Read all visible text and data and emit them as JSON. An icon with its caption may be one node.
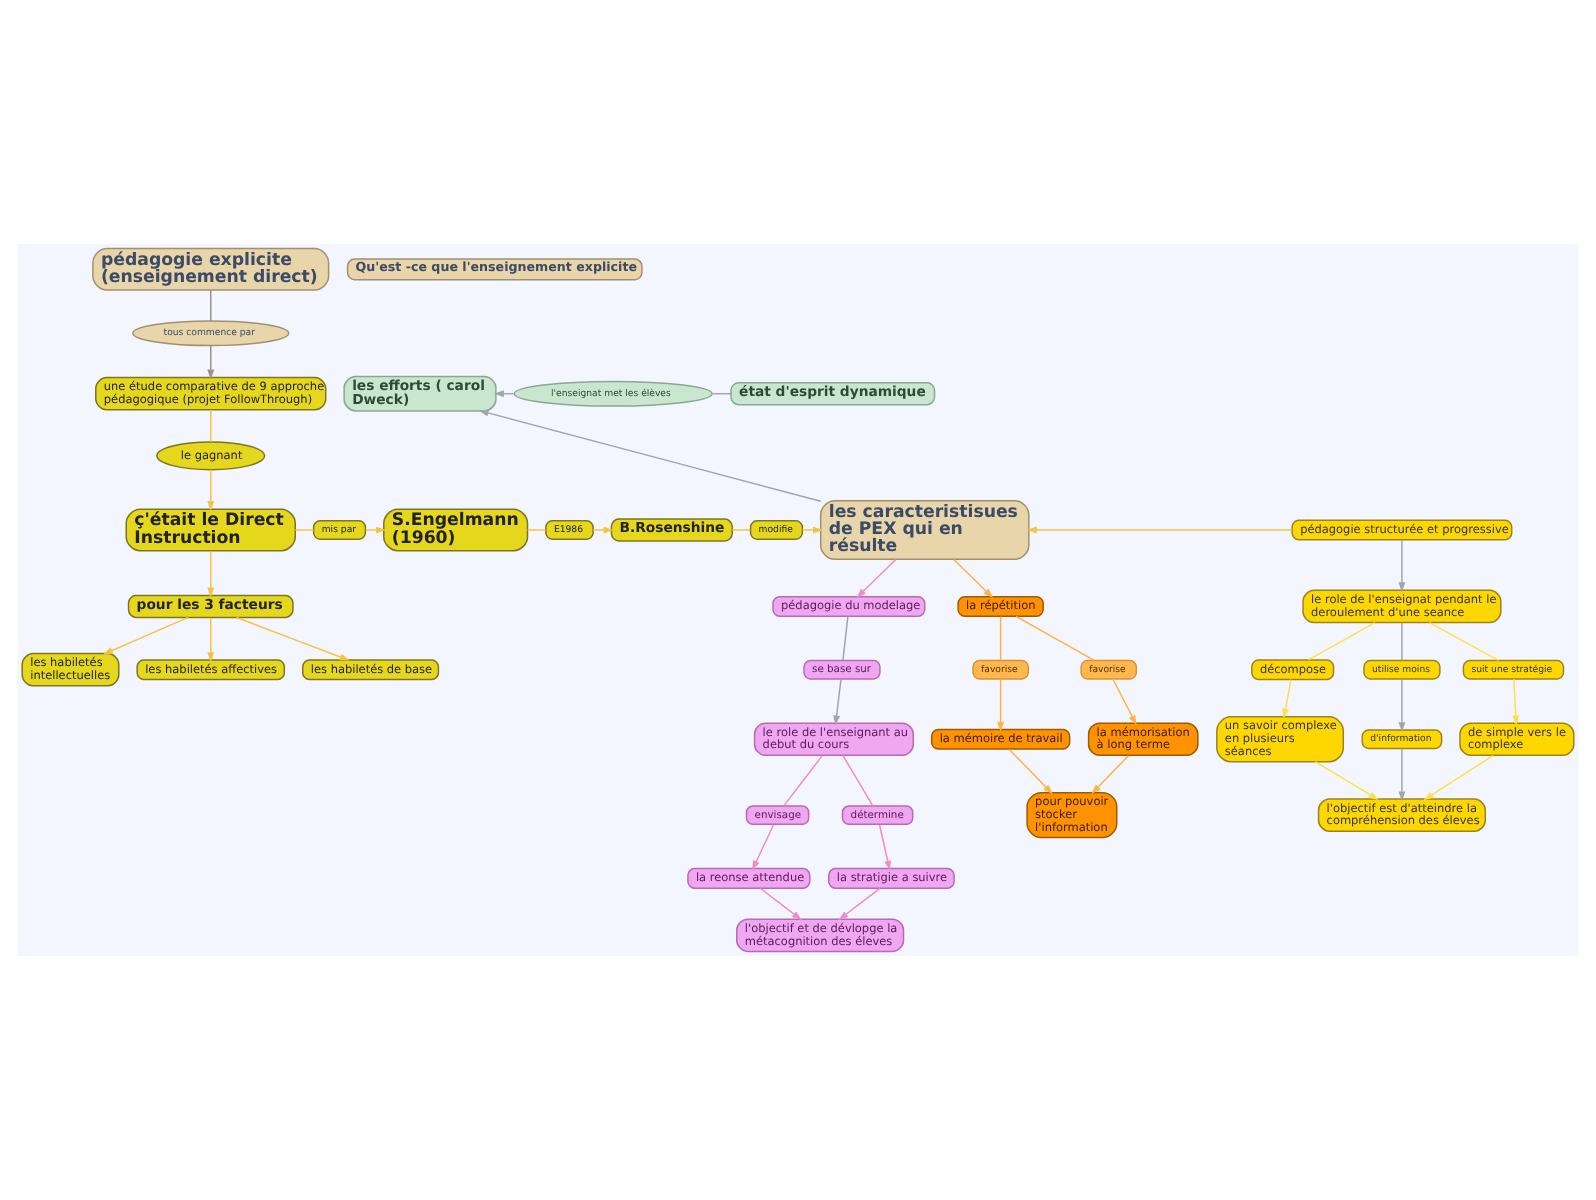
{
  "diagram": {
    "nodes": [
      {
        "text": [
          "Qu'est -ce que l'enseignement explicite"
        ]
      },
      {
        "text": [
          "pédagogie explicite (enseignement direct)"
        ]
      },
      {
        "text": [
          "tous commence par"
        ]
      },
      {
        "text": [
          "une étude comparative de 9 approche pédagogique (projet FollowThrough)"
        ]
      },
      {
        "text": [
          "le gagnant"
        ]
      },
      {
        "text": [
          "ç'était le Direct Instruction"
        ]
      },
      {
        "text": [
          "mis par"
        ]
      },
      {
        "text": [
          "S.Engelmann (1960)"
        ]
      },
      {
        "text": [
          "E1986"
        ]
      },
      {
        "text": [
          "B.Rosenshine"
        ]
      },
      {
        "text": [
          "modifie"
        ]
      },
      {
        "text": [
          "les caracteristisues de PEX qui en résulte"
        ]
      },
      {
        "text": [
          "les efforts ( carol Dweck)"
        ]
      },
      {
        "text": [
          "l'enseignat met les élèves"
        ]
      },
      {
        "text": [
          "état d'esprit dynamique"
        ]
      },
      {
        "text": [
          "pour les 3 facteurs"
        ]
      },
      {
        "text": [
          "les habiletés intellectuelles"
        ]
      },
      {
        "text": [
          "les habiletés affectives"
        ]
      },
      {
        "text": [
          "les habiletés de base"
        ]
      },
      {
        "text": [
          "pédagogie du modelage"
        ]
      },
      {
        "text": [
          "se base sur"
        ]
      },
      {
        "text": [
          "le role de l'enseignant au debut du cours"
        ]
      },
      {
        "text": [
          "envisage"
        ]
      },
      {
        "text": [
          "détermine"
        ]
      },
      {
        "text": [
          "la reonse attendue"
        ]
      },
      {
        "text": [
          "la stratigie a suivre"
        ]
      },
      {
        "text": [
          "l'objectif et de dévlopge la métacognition des éleves"
        ]
      },
      {
        "text": [
          "la répétition"
        ]
      },
      {
        "text": [
          "favorise"
        ]
      },
      {
        "text": [
          "favorise"
        ]
      },
      {
        "text": [
          "la mémoire de travail"
        ]
      },
      {
        "text": [
          "la mémorisation à long terme"
        ]
      },
      {
        "text": [
          "pour pouvoir stocker l'information"
        ]
      },
      {
        "text": [
          "pédagogie structurée et progressive"
        ]
      },
      {
        "text": [
          "le role de l'enseignat pendant le deroulement d'une seance"
        ]
      },
      {
        "text": [
          "décompose"
        ]
      },
      {
        "text": [
          "utilise moins"
        ]
      },
      {
        "text": [
          "suit une stratégie"
        ]
      },
      {
        "text": [
          "un savoir complexe en plusieurs séances"
        ]
      },
      {
        "text": [
          "d'information"
        ]
      },
      {
        "text": [
          "de simple vers le complexe"
        ]
      },
      {
        "text": [
          "l'objectif est d'atteindre la compréhension des éleves"
        ]
      }
    ],
    "edges": [
      {
        "from": 1,
        "to": 2,
        "arrow": "none",
        "color": "#a09080"
      },
      {
        "from": 2,
        "to": 3,
        "arrow": "to",
        "color": "#a09080"
      },
      {
        "from": 3,
        "to": 4,
        "arrow": "none"
      },
      {
        "from": 4,
        "to": 5,
        "arrow": "to"
      },
      {
        "from": 5,
        "to": 6,
        "arrow": "none"
      },
      {
        "from": 6,
        "to": 7,
        "arrow": "to"
      },
      {
        "from": 7,
        "to": 8,
        "arrow": "none"
      },
      {
        "from": 8,
        "to": 9,
        "arrow": "to"
      },
      {
        "from": 9,
        "to": 10,
        "arrow": "none"
      },
      {
        "from": 10,
        "to": 11,
        "arrow": "to"
      },
      {
        "from": 11,
        "to": 12,
        "arrow": "to",
        "color": "#a0a4ac"
      },
      {
        "from": 14,
        "to": 13,
        "arrow": "none",
        "color": "#a0a4ac"
      },
      {
        "from": 13,
        "to": 12,
        "arrow": "to",
        "color": "#a0a4ac"
      },
      {
        "from": 5,
        "to": 15,
        "arrow": "to"
      },
      {
        "from": 15,
        "to": 16,
        "arrow": "to"
      },
      {
        "from": 15,
        "to": 17,
        "arrow": "to"
      },
      {
        "from": 15,
        "to": 18,
        "arrow": "to"
      },
      {
        "from": 11,
        "to": 19,
        "arrow": "to",
        "color": "#f08cc8"
      },
      {
        "from": 19,
        "to": 20,
        "arrow": "none",
        "color": "#a0a4ac"
      },
      {
        "from": 20,
        "to": 21,
        "arrow": "to",
        "color": "#a0a4ac"
      },
      {
        "from": 21,
        "to": 22,
        "arrow": "none",
        "color": "#f08cc8"
      },
      {
        "from": 22,
        "to": 24,
        "arrow": "to",
        "color": "#f08cc8"
      },
      {
        "from": 21,
        "to": 23,
        "arrow": "none",
        "color": "#f08cc8"
      },
      {
        "from": 23,
        "to": 25,
        "arrow": "to",
        "color": "#f08cc8"
      },
      {
        "from": 24,
        "to": 26,
        "arrow": "to",
        "color": "#f08cc8"
      },
      {
        "from": 25,
        "to": 26,
        "arrow": "to",
        "color": "#f08cc8"
      },
      {
        "from": 11,
        "to": 27,
        "arrow": "to",
        "color": "#ffb347"
      },
      {
        "from": 27,
        "to": 28,
        "arrow": "none",
        "color": "#ffb347"
      },
      {
        "from": 28,
        "to": 30,
        "arrow": "to",
        "color": "#ffb347"
      },
      {
        "from": 27,
        "to": 29,
        "arrow": "none",
        "color": "#ffb347"
      },
      {
        "from": 29,
        "to": 31,
        "arrow": "to",
        "color": "#ffb347"
      },
      {
        "from": 30,
        "to": 32,
        "arrow": "to",
        "color": "#ffb347"
      },
      {
        "from": 31,
        "to": 32,
        "arrow": "to",
        "color": "#ffb347"
      },
      {
        "from": 33,
        "to": 11,
        "arrow": "to"
      },
      {
        "from": 33,
        "to": 34,
        "arrow": "to",
        "color": "#a0a4ac"
      },
      {
        "from": 34,
        "to": 35,
        "arrow": "none",
        "color": "#ffe04a"
      },
      {
        "from": 35,
        "to": 38,
        "arrow": "to",
        "color": "#ffe04a"
      },
      {
        "from": 34,
        "to": 36,
        "arrow": "none",
        "color": "#a0a4ac"
      },
      {
        "from": 36,
        "to": 39,
        "arrow": "to",
        "color": "#a0a4ac"
      },
      {
        "from": 39,
        "to": 41,
        "arrow": "to",
        "color": "#a0a4ac"
      },
      {
        "from": 34,
        "to": 37,
        "arrow": "none",
        "color": "#ffe04a"
      },
      {
        "from": 37,
        "to": 40,
        "arrow": "to",
        "color": "#ffe04a"
      },
      {
        "from": 38,
        "to": 41,
        "arrow": "to",
        "color": "#ffe04a"
      },
      {
        "from": 40,
        "to": 41,
        "arrow": "to",
        "color": "#ffe04a"
      }
    ]
  }
}
